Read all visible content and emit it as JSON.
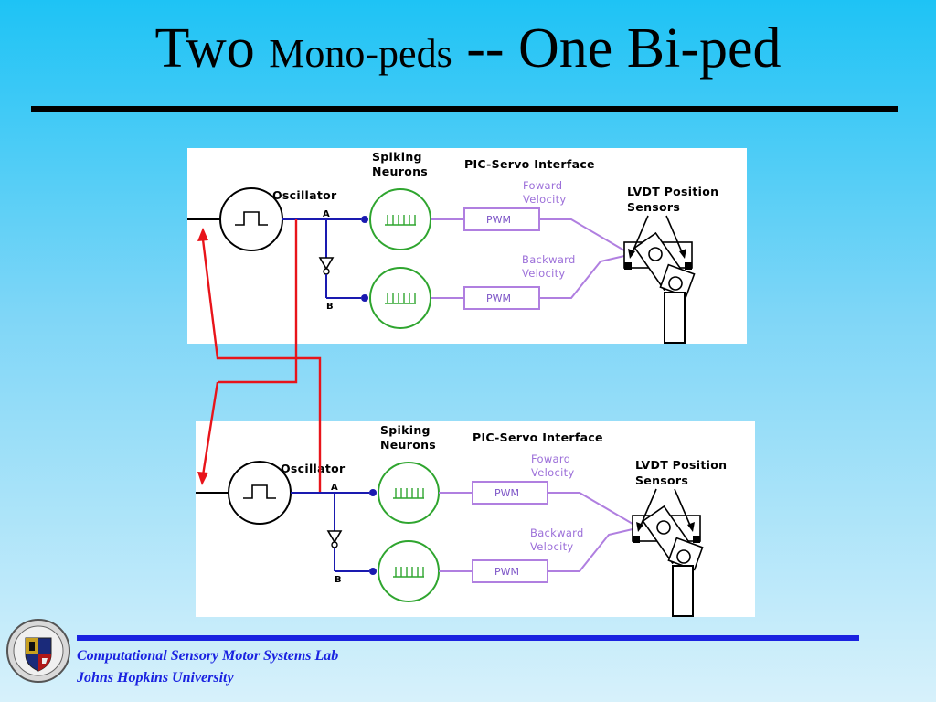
{
  "slide": {
    "title_part1": "Two ",
    "title_part2": "Mono-peds",
    "title_part3": " -- One Bi-ped"
  },
  "diagram": {
    "spiking_neurons_line1": "Spiking",
    "spiking_neurons_line2": "Neurons",
    "interface_label": "PIC-Servo  Interface",
    "oscillator_label": "Oscillator",
    "node_a": "A",
    "node_b": "B",
    "forward_line1": "Foward",
    "forward_line2": "Velocity",
    "backward_line1": "Backward",
    "backward_line2": "Velocity",
    "pwm_label": "PWM",
    "lvdt_line1": "LVDT  Position",
    "lvdt_line2": "Sensors"
  },
  "colors": {
    "background_top": "#1ec3f5",
    "coupling_wires": "#e8141a",
    "neurons": "#2fa52f",
    "signal_wires": "#1a1ab0",
    "pwm_paths": "#b07fe0",
    "footer_accent": "#1a22e0"
  },
  "footer": {
    "line1": "Computational Sensory Motor Systems Lab",
    "line2": "Johns Hopkins University"
  }
}
